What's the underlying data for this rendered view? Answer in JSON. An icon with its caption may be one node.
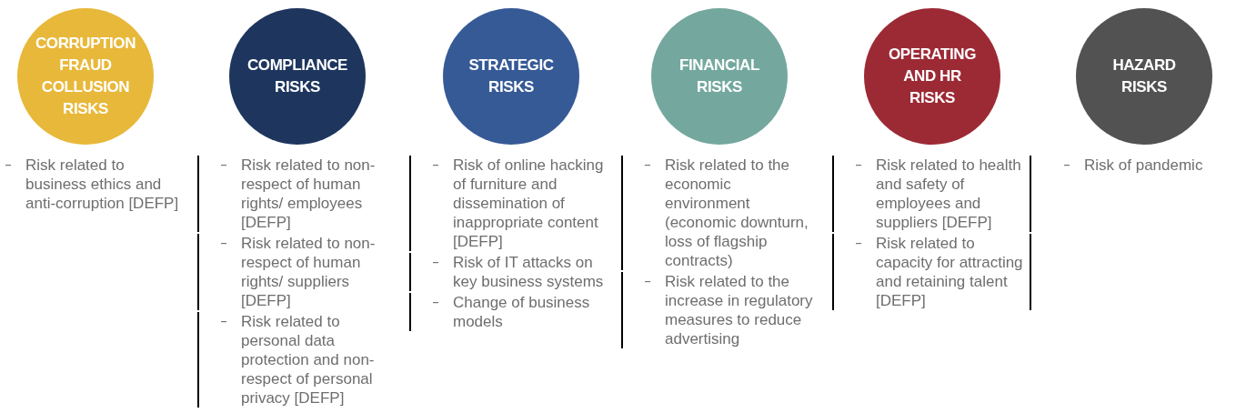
{
  "diagram": {
    "nodes": [
      {
        "text": [
          "CORRUPTION FRAUD COLLUSION RISKS"
        ]
      },
      {
        "text": [
          "COMPLIANCE RISKS"
        ]
      },
      {
        "text": [
          "STRATEGIC RISKS"
        ]
      },
      {
        "text": [
          "FINANCIAL RISKS"
        ]
      },
      {
        "text": [
          "OPERATING AND HR RISKS"
        ]
      },
      {
        "text": [
          "HAZARD RISKS"
        ]
      }
    ],
    "labels": [
      "Risk related to business ethics and anti-corruption [DEFP]",
      "Risk related to non-respect of human rights/ employees [DEFP]",
      "Risk related to non-respect of human rights/ suppliers [DEFP]",
      "Risk related to personal data protection and non-respect of personal privacy [DEFP]",
      "Risk of online hacking of furniture and dissemination of inappropriate content [DEFP]",
      "Risk of IT attacks on key business systems",
      "Change of business models",
      "Risk related to the economic environment (economic downturn, loss of flagship contracts)",
      "Risk related to the increase in regulatory measures to reduce advertising",
      "Risk related to health and safety of employees and suppliers [DEFP]",
      "Risk related to capacity for attracting and retaining talent [DEFP]",
      "Risk of pandemic"
    ]
  }
}
